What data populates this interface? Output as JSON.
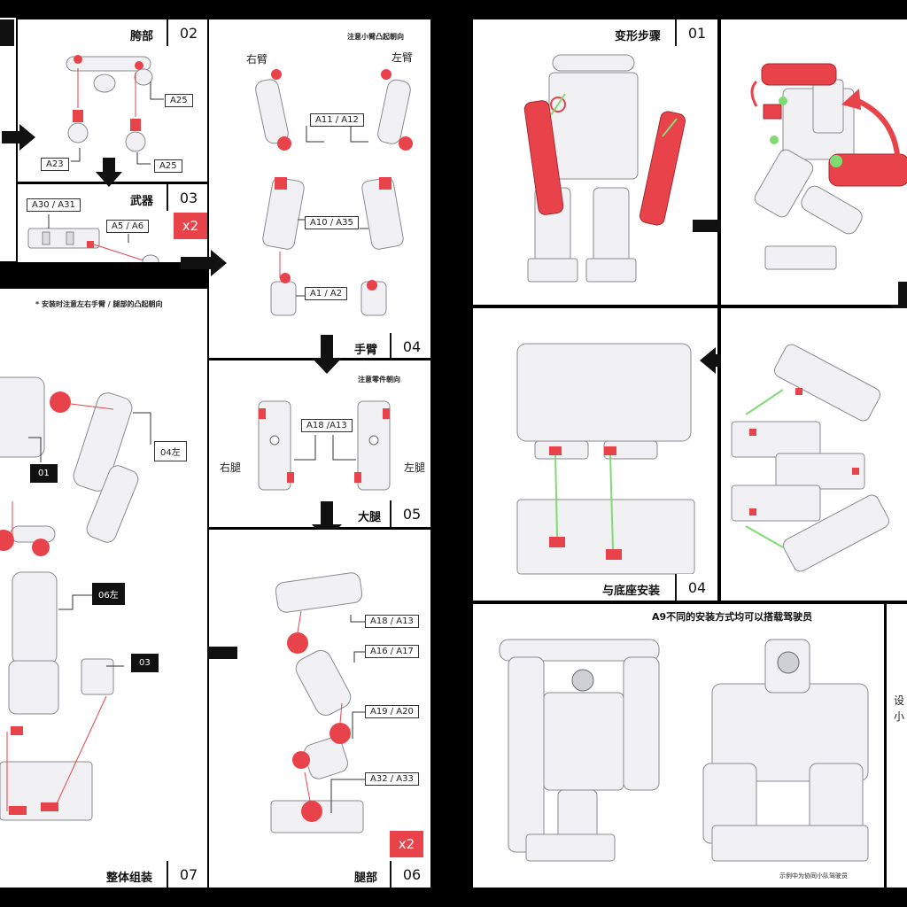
{
  "colors": {
    "accent": "#e8434b",
    "part": "#f1f1f3",
    "outline": "#8a8a90",
    "guide": "#7fdc73",
    "bg": "#000000"
  },
  "panels": {
    "hip": {
      "title": "胯部",
      "num": "02",
      "labels": [
        "A25",
        "A23",
        "A25"
      ]
    },
    "weapon": {
      "title": "武器",
      "num": "03",
      "multiplier": "x2",
      "labels": [
        "A30 / A31",
        "A5 / A6"
      ]
    },
    "arm": {
      "title": "手臂",
      "num": "04",
      "note": "注意小臂凸起朝向",
      "right": "右臂",
      "left": "左臂",
      "labels": [
        "A11 / A12",
        "A10 / A35",
        "A1 / A2"
      ]
    },
    "thigh": {
      "title": "大腿",
      "num": "05",
      "note": "注意零件朝向",
      "label": "A18 /A13",
      "right": "右腿",
      "left": "左腿"
    },
    "leg": {
      "title": "腿部",
      "num": "06",
      "multiplier": "x2",
      "labels": [
        "A18 / A13",
        "A16 / A17",
        "A19 / A20",
        "A32 / A33"
      ]
    },
    "assembly": {
      "title": "整体组装",
      "num": "07",
      "note": "* 安装时注意左右手臂 / 腿部的凸起朝向",
      "labels": [
        "01",
        "04左",
        "06左",
        "03"
      ]
    },
    "transform": {
      "title": "变形步骤",
      "num": "01"
    },
    "base": {
      "title": "与底座安装",
      "num": "04"
    },
    "pilot": {
      "title": "A9不同的安装方式均可以搭载驾驶员",
      "caption": "示例中为协同小队驾驶员"
    }
  },
  "edge_glyphs": [
    "设",
    "小"
  ]
}
